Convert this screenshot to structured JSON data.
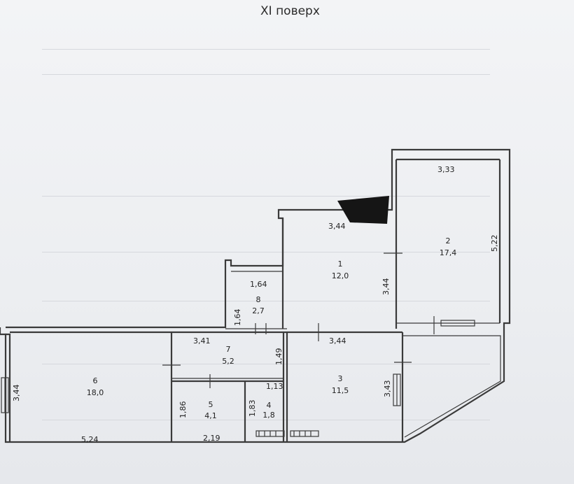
{
  "floor_title": "XI поверх",
  "rooms": [
    {
      "number": "1",
      "area": "12,0"
    },
    {
      "number": "2",
      "area": "17,4"
    },
    {
      "number": "3",
      "area": "11,5"
    },
    {
      "number": "4",
      "area": "1,8"
    },
    {
      "number": "5",
      "area": "4,1"
    },
    {
      "number": "6",
      "area": "18,0"
    },
    {
      "number": "7",
      "area": "5,2"
    },
    {
      "number": "8",
      "area": "2,7"
    }
  ],
  "dimensions": {
    "room2_top": "3,33",
    "room2_right": "5,22",
    "room1_top": "3,44",
    "room1_right": "3,44",
    "room8_top": "1,64",
    "room8_left": "1,64",
    "room7_top": "3,41",
    "corridor_vertical": "1,49",
    "room3_top": "3,44",
    "room3_right": "3,43",
    "room4_top": "1,13",
    "room4_left": "1,83",
    "room5_left": "1,86",
    "room5_bottom": "2,19",
    "room6_left": "3,44",
    "room6_bottom": "5,24"
  }
}
